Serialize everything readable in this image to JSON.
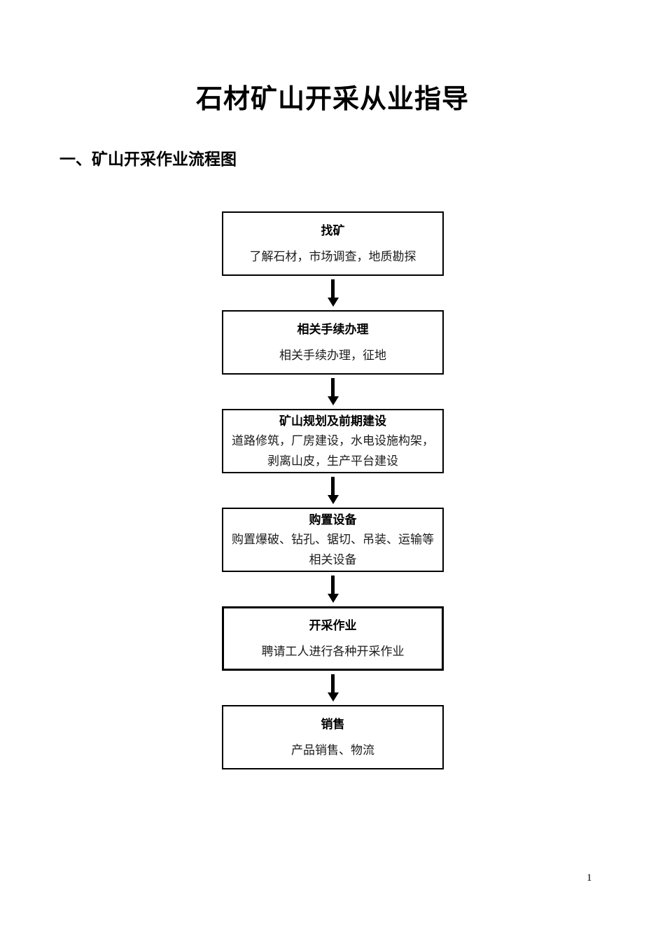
{
  "document": {
    "title": "石材矿山开采从业指导",
    "section_heading": "一、矿山开采作业流程图",
    "page_number": "1"
  },
  "flowchart": {
    "steps": [
      {
        "title": "找矿",
        "description": "了解石材，市场调查，地质勘探"
      },
      {
        "title": "相关手续办理",
        "description": "相关手续办理，征地"
      },
      {
        "title": "矿山规划及前期建设",
        "description": "道路修筑，厂房建设，水电设施构架，剥离山皮，生产平台建设"
      },
      {
        "title": "购置设备",
        "description": "购置爆破、钻孔、锯切、吊装、运输等相关设备"
      },
      {
        "title": "开采作业",
        "description": "聘请工人进行各种开采作业"
      },
      {
        "title": "销售",
        "description": "产品销售、物流"
      }
    ]
  },
  "colors": {
    "background": "#ffffff",
    "text": "#000000",
    "box_border": "#000000",
    "arrow": "#000000"
  }
}
